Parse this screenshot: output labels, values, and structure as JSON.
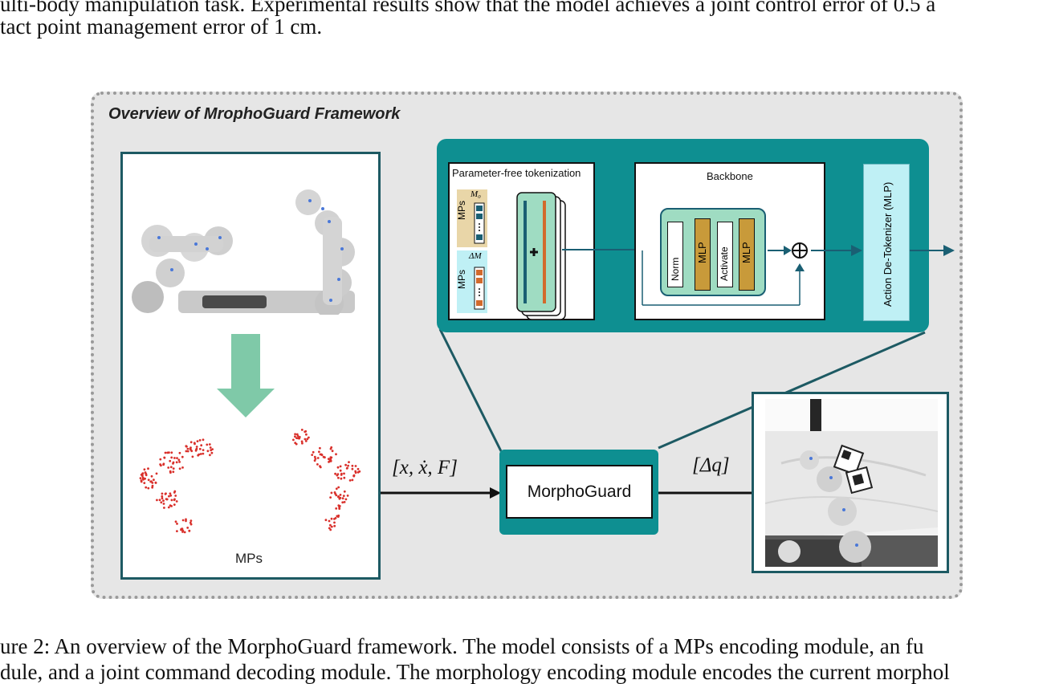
{
  "body_text": {
    "line1": "ulti-body manipulation task. Experimental results show that the model achieves a joint control error of 0.5 a",
    "line2": "tact point management error of 1 cm."
  },
  "figure": {
    "title": "Overview of MrophoGuard Framework",
    "mps_label": "MPs",
    "tokenization_title": "Parameter-free tokenization",
    "token_m0": "M₀",
    "token_dm": "ΔM",
    "token_mps_top": "MPs",
    "token_mps_bottom": "MPs",
    "backbone_title": "Backbone",
    "norm_label": "Norm",
    "mlp_label_1": "MLP",
    "activate_label": "Activate",
    "mlp_label_2": "MLP",
    "detokenizer_label": "Action De-Tokenizer (MLP)",
    "morphoguard_label": "MorphoGuard",
    "input_math": "[x, ẋ, F]",
    "output_math": "[Δq]"
  },
  "caption": {
    "line1": "ure 2:  An overview of the MorphoGuard framework. The model consists of a MPs encoding module, an fu",
    "line2": "dule, and a joint command decoding module. The morphology encoding module encodes the current morphol"
  },
  "colors": {
    "teal": "#0e8f91",
    "dark_teal": "#1d5a63",
    "mint": "#7fc9a8",
    "tan": "#e9d6a8",
    "light_cyan": "#bff0f5",
    "gold": "#c89a3a",
    "red_points": "#d9302b"
  }
}
